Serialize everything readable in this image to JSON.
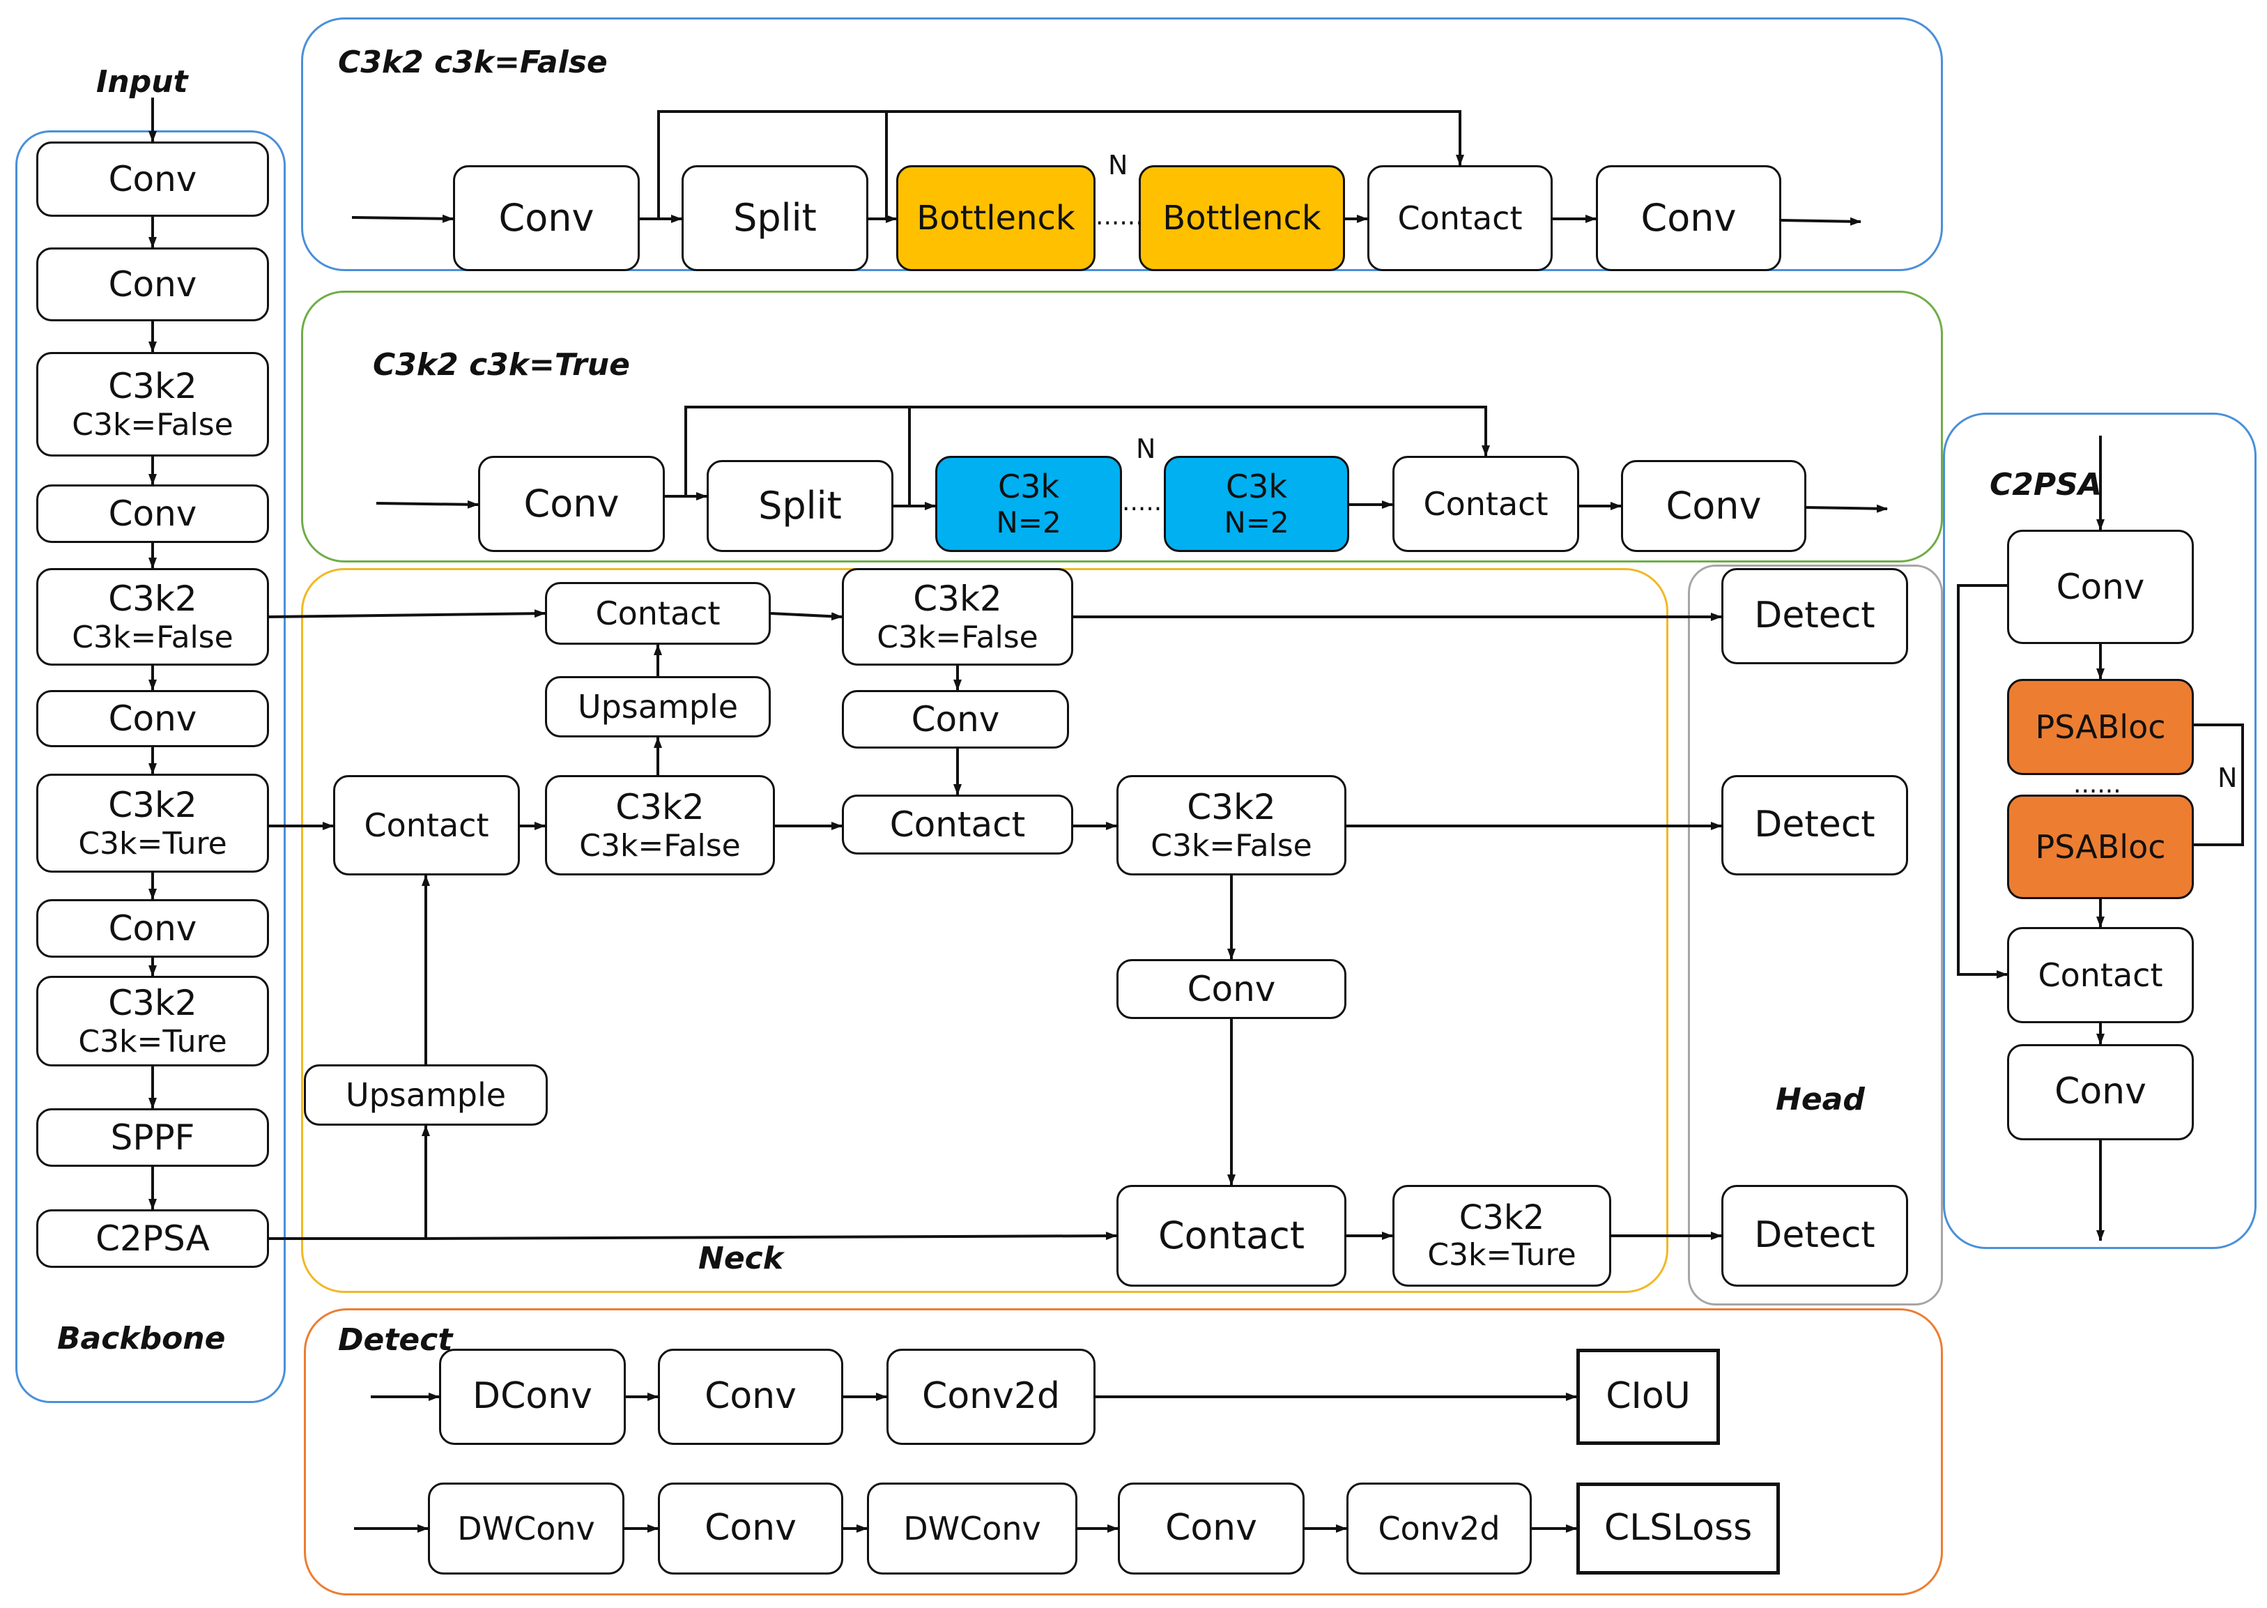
{
  "colors": {
    "blue_frame": "#4a90d9",
    "green_frame": "#70ad47",
    "neck_frame": "#f2b824",
    "head_frame": "#a6a6a6",
    "detect_frame": "#ed7d31",
    "bottleneck_fill": "#ffc000",
    "c3k_fill": "#00b0f0",
    "psa_fill": "#ed7d31"
  },
  "labels": {
    "input": "Input",
    "backbone": "Backbone",
    "neck": "Neck",
    "head": "Head",
    "c3k2_false": "C3k2 c3k=False",
    "c3k2_true": "C3k2 c3k=True",
    "c2psa": "C2PSA",
    "detect": "Detect",
    "n": "N"
  },
  "backbone": {
    "conv": "Conv",
    "c3k2": "C3k2",
    "c3k_false": "C3k=False",
    "c3k_ture": "C3k=Ture",
    "sppf": "SPPF",
    "c2psa": "C2PSA"
  },
  "c3k2_false_module": {
    "conv": "Conv",
    "split": "Split",
    "bottleneck": "Bottlenck",
    "dots": "......",
    "contact": "Contact"
  },
  "c3k2_true_module": {
    "conv": "Conv",
    "split": "Split",
    "c3k": "C3k",
    "c3k_n": "N=2",
    "dots": "......",
    "contact": "Contact"
  },
  "neck": {
    "contact": "Contact",
    "upsample": "Upsample",
    "c3k2": "C3k2",
    "c3k_false": "C3k=False",
    "c3k_ture": "C3k=Ture",
    "conv": "Conv"
  },
  "head": {
    "detect": "Detect"
  },
  "c2psa_module": {
    "conv": "Conv",
    "psa": "PSABloc",
    "dots": "......",
    "contact": "Contact"
  },
  "detect_module": {
    "dconv": "DConv",
    "conv": "Conv",
    "conv2d": "Conv2d",
    "ciou": "CIoU",
    "dwconv": "DWConv",
    "clsloss": "CLSLoss"
  }
}
